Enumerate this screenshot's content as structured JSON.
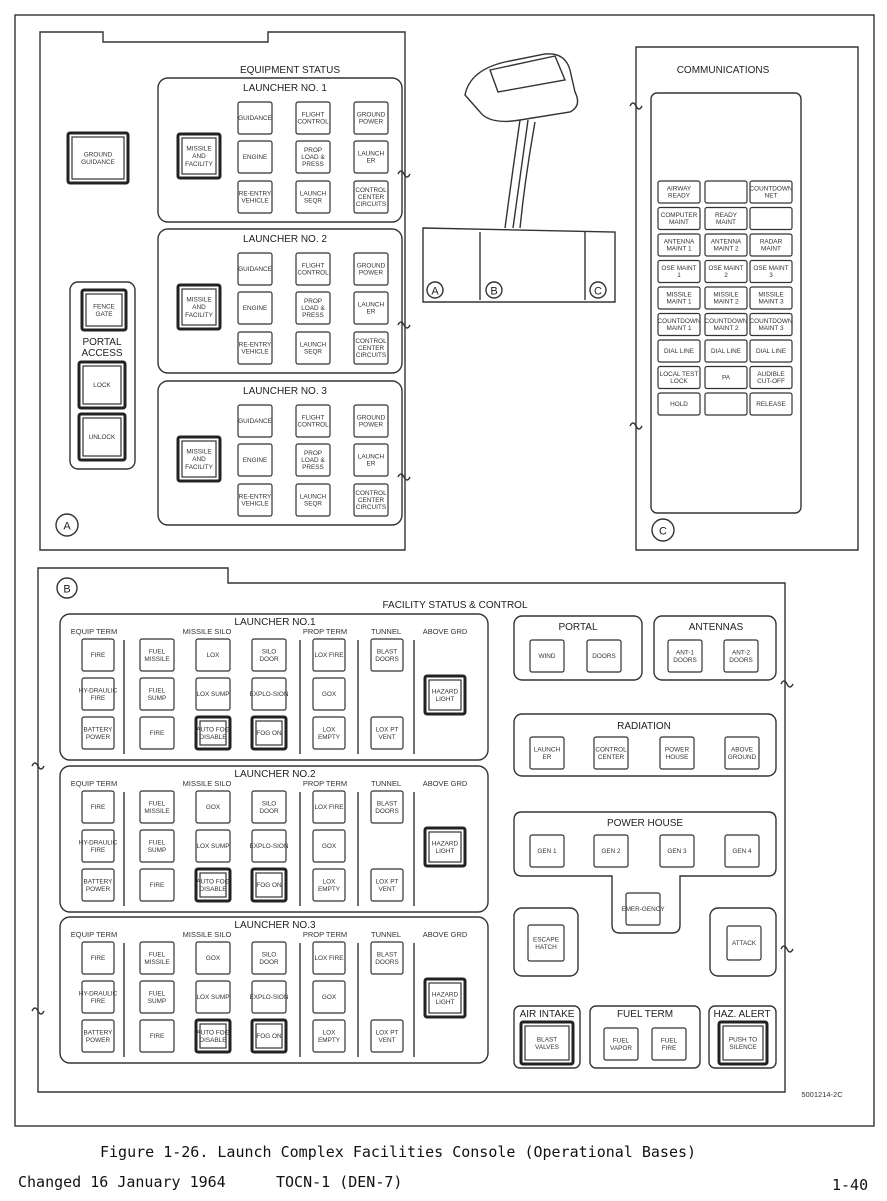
{
  "panel_a": {
    "letter": "A",
    "ground_guidance": "GROUND GUIDANCE",
    "fence_gate": "FENCE GATE",
    "portal_access": [
      "PORTAL",
      "ACCESS"
    ],
    "lock": "LOCK",
    "unlock": "UNLOCK",
    "equipment_status_title": "EQUIPMENT STATUS",
    "launchers": [
      {
        "title": "LAUNCHER NO. 1",
        "main": "MISSILE AND FACILITY",
        "cells": [
          "GUIDANCE",
          "FLIGHT CONTROL",
          "GROUND POWER",
          "ENGINE",
          "PROP LOAD & PRESS",
          "LAUNCH ER",
          "RE-ENTRY VEHICLE",
          "LAUNCH SEQR",
          "CONTROL CENTER CIRCUITS"
        ]
      },
      {
        "title": "LAUNCHER NO. 2",
        "main": "MISSILE AND FACILITY",
        "cells": [
          "GUIDANCE",
          "FLIGHT CONTROL",
          "GROUND POWER",
          "ENGINE",
          "PROP LOAD & PRESS",
          "LAUNCH ER",
          "RE-ENTRY VEHICLE",
          "LAUNCH SEQR",
          "CONTROL CENTER CIRCUITS"
        ]
      },
      {
        "title": "LAUNCHER NO. 3",
        "main": "MISSILE AND FACILITY",
        "cells": [
          "GUIDANCE",
          "FLIGHT CONTROL",
          "GROUND POWER",
          "ENGINE",
          "PROP LOAD & PRESS",
          "LAUNCH ER",
          "RE-ENTRY VEHICLE",
          "LAUNCH SEQR",
          "CONTROL CENTER CIRCUITS"
        ]
      }
    ]
  },
  "key": [
    "A",
    "B",
    "C"
  ],
  "panel_c": {
    "letter": "C",
    "title": "COMMUNICATIONS",
    "cells": [
      [
        "AIRWAY READY",
        "",
        "COUNTDOWN NET"
      ],
      [
        "COMPUTER MAINT",
        "READY MAINT",
        ""
      ],
      [
        "ANTENNA MAINT 1",
        "ANTENNA MAINT 2",
        "RADAR MAINT"
      ],
      [
        "OSE MAINT 1",
        "OSE MAINT 2",
        "OSE MAINT 3"
      ],
      [
        "MISSILE MAINT 1",
        "MISSILE MAINT 2",
        "MISSILE MAINT 3"
      ],
      [
        "COUNTDOWN MAINT 1",
        "COUNTDOWN MAINT 2",
        "COUNTDOWN MAINT 3"
      ],
      [
        "DIAL LINE",
        "DIAL LINE",
        "DIAL LINE"
      ],
      [
        "LOCAL TEST LOCK",
        "PA",
        "AUDIBLE CUT-OFF"
      ],
      [
        "HOLD",
        "",
        "RELEASE"
      ]
    ]
  },
  "panel_b": {
    "letter": "B",
    "title": "FACILITY STATUS & CONTROL",
    "group_headers": [
      "EQUIP TERM",
      "MISSILE SILO",
      "PROP TERM",
      "TUNNEL",
      "ABOVE GRD"
    ],
    "launchers": [
      {
        "title": "LAUNCHER NO.1",
        "equip": [
          "FIRE",
          "HY-DRAULIC FIRE",
          "BATTERY POWER"
        ],
        "silo": [
          "FUEL MISSILE",
          "LOX",
          "SILO DOOR",
          "FUEL SUMP",
          "LOX SUMP",
          "EXPLO-SION",
          "FIRE",
          "AUTO FOG DISABLE",
          "FOG ON"
        ],
        "prop": [
          "LOX FIRE",
          "GOX",
          "LOX EMPTY"
        ],
        "tunnel": [
          "BLAST DOORS",
          "LOX PT VENT"
        ],
        "above": "HAZARD LIGHT"
      },
      {
        "title": "LAUNCHER NO.2",
        "equip": [
          "FIRE",
          "HY-DRAULIC FIRE",
          "BATTERY POWER"
        ],
        "silo": [
          "FUEL MISSILE",
          "GOX",
          "SILO DOOR",
          "FUEL SUMP",
          "LOX SUMP",
          "EXPLO-SION",
          "FIRE",
          "AUTO FOG DISABLE",
          "FOG ON"
        ],
        "prop": [
          "LOX FIRE",
          "GOX",
          "LOX EMPTY"
        ],
        "tunnel": [
          "BLAST DOORS",
          "LOX PT VENT"
        ],
        "above": "HAZARD LIGHT"
      },
      {
        "title": "LAUNCHER NO.3",
        "equip": [
          "FIRE",
          "HY-DRAULIC FIRE",
          "BATTERY POWER"
        ],
        "silo": [
          "FUEL MISSILE",
          "GOX",
          "SILO DOOR",
          "FUEL SUMP",
          "LOX SUMP",
          "EXPLO-SION",
          "FIRE",
          "AUTO FOG DISABLE",
          "FOG ON"
        ],
        "prop": [
          "LOX FIRE",
          "GOX",
          "LOX EMPTY"
        ],
        "tunnel": [
          "BLAST DOORS",
          "LOX PT VENT"
        ],
        "above": "HAZARD LIGHT"
      }
    ],
    "portal": {
      "title": "PORTAL",
      "items": [
        "WIND",
        "DOORS"
      ]
    },
    "antennas": {
      "title": "ANTENNAS",
      "items": [
        "ANT-1 DOORS",
        "ANT-2 DOORS"
      ]
    },
    "radiation": {
      "title": "RADIATION",
      "items": [
        "LAUNCH ER",
        "CONTROL CENTER",
        "POWER HOUSE",
        "ABOVE GROUND"
      ]
    },
    "power_house": {
      "title": "POWER HOUSE",
      "items": [
        "GEN 1",
        "GEN 2",
        "GEN 3",
        "GEN 4"
      ],
      "emergency": "EMER-GENCY"
    },
    "escape_hatch": "ESCAPE HATCH",
    "attack": "ATTACK",
    "air_intake": {
      "title": "AIR INTAKE",
      "item": "BLAST VALVES"
    },
    "fuel_term": {
      "title": "FUEL TERM",
      "items": [
        "FUEL VAPOR",
        "FUEL FIRE"
      ]
    },
    "haz_alert": {
      "title": "HAZ. ALERT",
      "item": "PUSH TO SILENCE"
    },
    "drawing_number": "5001214-2C"
  },
  "caption": "Figure 1-26.  Launch Complex Facilities Console (Operational Bases)",
  "footer": {
    "changed": "Changed 16 January 1964",
    "doc": "TOCN-1 (DEN-7)",
    "page": "1-40"
  }
}
